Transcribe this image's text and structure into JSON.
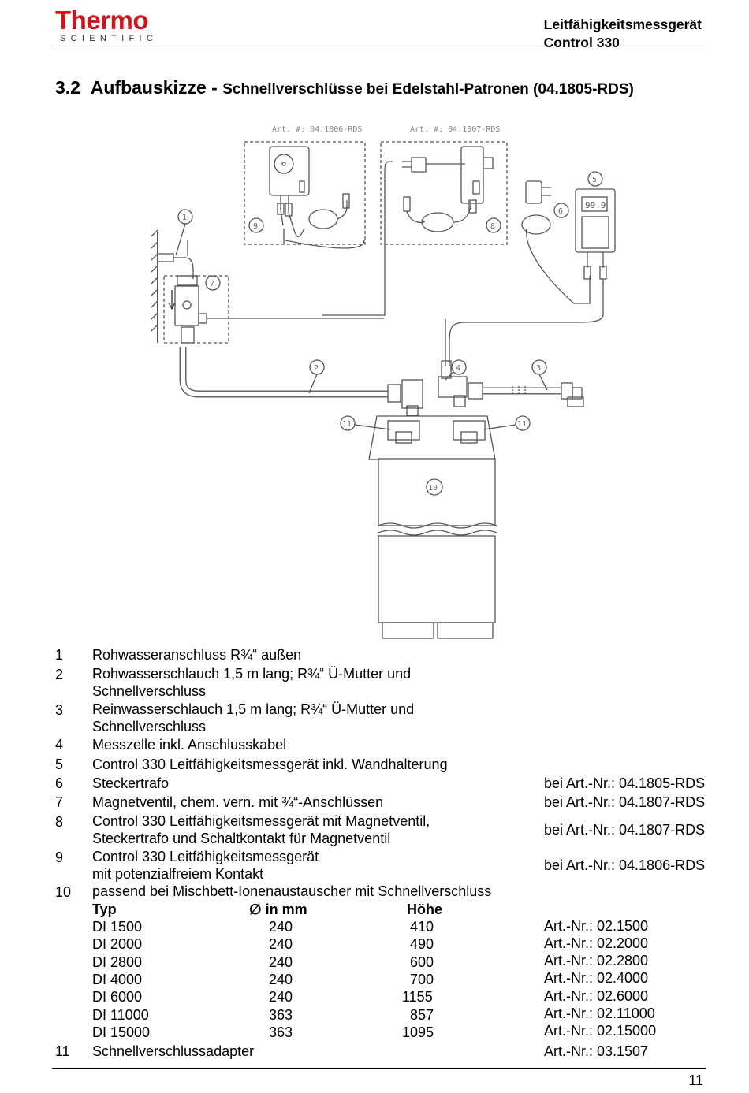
{
  "header": {
    "logo_main": "Thermo",
    "logo_sub": "SCIENTIFIC",
    "title_line1": "Leitfähigkeitsmessgerät",
    "title_line2": "Control 330"
  },
  "section": {
    "number": "3.2",
    "title": "Aufbauskizze",
    "dash": " - ",
    "subtitle": "Schnellverschlüsse bei Edelstahl-Patronen (04.1805-RDS)"
  },
  "diagram": {
    "art_label_a": "Art. #: 04.1806-RDS",
    "art_label_b": "Art. #: 04.1807-RDS",
    "display_value": "99.9",
    "callouts": [
      "1",
      "2",
      "3",
      "4",
      "5",
      "6",
      "7",
      "8",
      "9",
      "10",
      "11",
      "11"
    ]
  },
  "legend": {
    "items": [
      {
        "num": "1",
        "lines": [
          "Rohwasseranschluss R¾“ außen"
        ],
        "ref": ""
      },
      {
        "num": "2",
        "lines": [
          "Rohwasserschlauch 1,5 m lang; R¾“ Ü-Mutter und",
          "Schnellverschluss"
        ],
        "ref": ""
      },
      {
        "num": "3",
        "lines": [
          "Reinwasserschlauch 1,5 m lang; R¾“ Ü-Mutter und",
          "Schnellverschluss"
        ],
        "ref": ""
      },
      {
        "num": "4",
        "lines": [
          "Messzelle inkl. Anschlusskabel"
        ],
        "ref": ""
      },
      {
        "num": "5",
        "lines": [
          "Control 330 Leitfähigkeitsmessgerät inkl. Wandhalterung"
        ],
        "ref": ""
      },
      {
        "num": "6",
        "lines": [
          "Steckertrafo"
        ],
        "ref": "bei Art.-Nr.: 04.1805-RDS"
      },
      {
        "num": "7",
        "lines": [
          "Magnetventil, chem. vern. mit ¾“-Anschlüssen"
        ],
        "ref": "bei Art.-Nr.: 04.1807-RDS"
      },
      {
        "num": "8",
        "lines": [
          "Control 330 Leitfähigkeitsmessgerät mit Magnetventil,",
          "Steckertrafo und Schaltkontakt für Magnetventil"
        ],
        "ref": "bei Art.-Nr.: 04.1807-RDS"
      },
      {
        "num": "9",
        "lines": [
          "Control 330 Leitfähigkeitsmessgerät",
          "mit potenzialfreiem Kontakt"
        ],
        "ref": "bei Art.-Nr.: 04.1806-RDS"
      },
      {
        "num": "10",
        "lines": [
          "passend bei Mischbett-Ionenaustauscher mit Schnellverschluss"
        ],
        "ref": ""
      }
    ],
    "table": {
      "headers": [
        "Typ",
        "∅ in mm",
        "Höhe"
      ],
      "rows": [
        [
          "DI 1500",
          "240",
          "410",
          "Art.-Nr.: 02.1500"
        ],
        [
          "DI 2000",
          "240",
          "490",
          "Art.-Nr.: 02.2000"
        ],
        [
          "DI 2800",
          "240",
          "600",
          "Art.-Nr.: 02.2800"
        ],
        [
          "DI 4000",
          "240",
          "700",
          "Art.-Nr.: 02.4000"
        ],
        [
          "DI 6000",
          "240",
          "1155",
          "Art.-Nr.: 02.6000"
        ],
        [
          "DI 11000",
          "363",
          "857",
          "Art.-Nr.: 02.11000"
        ],
        [
          "DI 15000",
          "363",
          "1095",
          "Art.-Nr.: 02.15000"
        ]
      ]
    },
    "last": {
      "num": "11",
      "text": "Schnellverschlussadapter",
      "ref": "Art.-Nr.: 03.1507"
    }
  },
  "footer": {
    "page": "11"
  }
}
